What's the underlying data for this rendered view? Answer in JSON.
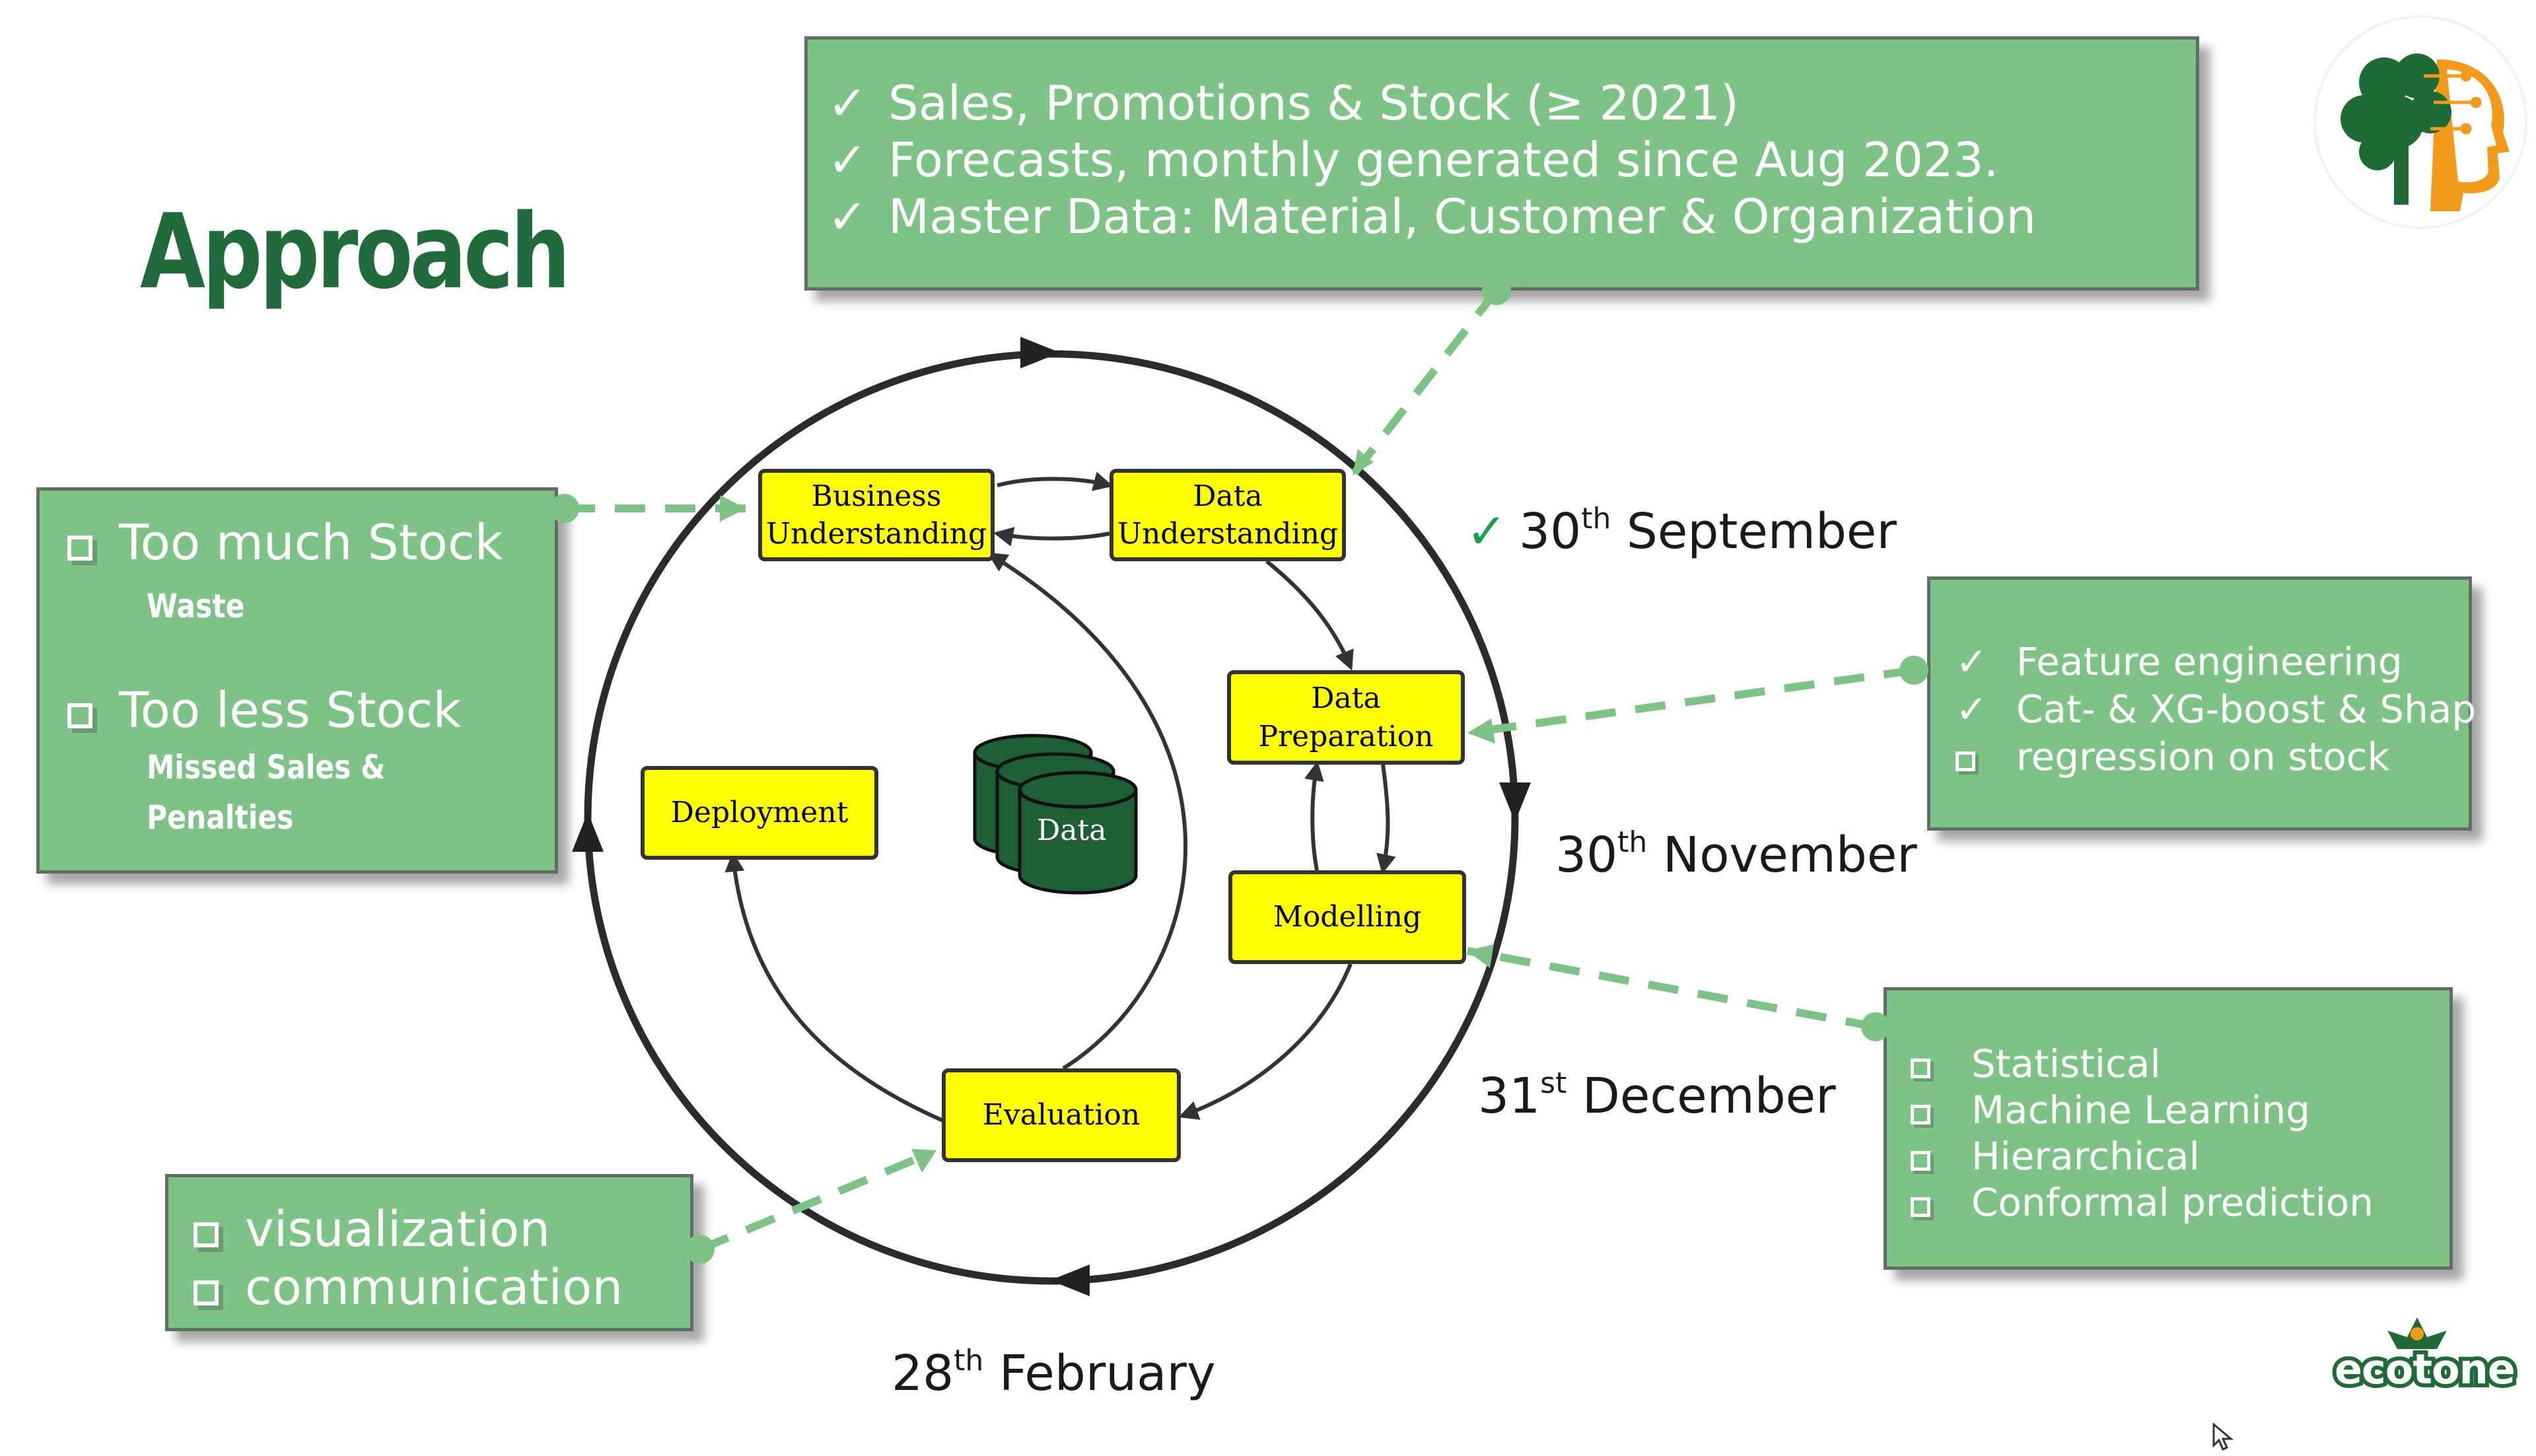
{
  "title": "Approach",
  "data_sources": [
    "Sales, Promotions & Stock (≥ 2021)",
    "Forecasts, monthly generated since Aug 2023.",
    "Master Data: Material, Customer & Organization"
  ],
  "problems": {
    "items": [
      {
        "label": "Too much Stock",
        "detail": [
          "Waste"
        ]
      },
      {
        "label": "Too less Stock",
        "detail": [
          "Missed Sales &",
          "Penalties"
        ]
      }
    ]
  },
  "feature_box": {
    "items": [
      {
        "state": "done",
        "label": "Feature engineering"
      },
      {
        "state": "done",
        "label": "Cat- & XG-boost & Shap"
      },
      {
        "state": "open",
        "label": "regression on stock"
      }
    ]
  },
  "model_box": [
    "Statistical",
    "Machine Learning",
    "Hierarchical",
    "Conformal prediction"
  ],
  "viz_box": [
    "visualization",
    "communication"
  ],
  "cycle": {
    "business_understanding": [
      "Business",
      "Understanding"
    ],
    "data_understanding": [
      "Data",
      "Understanding"
    ],
    "data_preparation": [
      "Data",
      "Preparation"
    ],
    "modelling": "Modelling",
    "evaluation": "Evaluation",
    "deployment": "Deployment",
    "data": "Data"
  },
  "milestones": {
    "september": {
      "num": "30",
      "sup": "th",
      "month": "September",
      "done": true,
      "check": "✓"
    },
    "november": {
      "num": "30",
      "sup": "th",
      "month": "November"
    },
    "december": {
      "num": "31",
      "sup": "st",
      "month": "December"
    },
    "february": {
      "num": "28",
      "sup": "th",
      "month": "February"
    }
  },
  "brand": {
    "logo_text": "ecotone"
  },
  "colors": {
    "box_green": "#7dc386",
    "title_green": "#216a3a",
    "node_yellow": "#ffff00",
    "dash_green": "#7dc386",
    "check_green": "#1fa04a"
  }
}
